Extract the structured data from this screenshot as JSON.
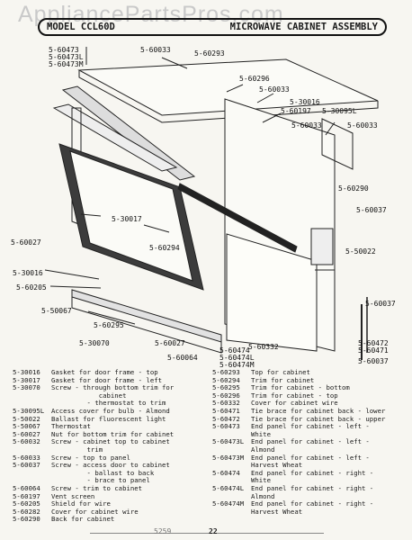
{
  "watermark": "AppliancePartsPros.com",
  "header": {
    "left": "MODEL CCL60D",
    "right": "MICROWAVE CABINET ASSEMBLY"
  },
  "labels": {
    "l1": "5-60473",
    "l2": "5-60473L",
    "l3": "5-60473M",
    "l4": "5-60033",
    "l5": "5-60293",
    "l6": "5-60296",
    "l7": "5-60033",
    "l8": "5-30016",
    "l9": "5-60197",
    "l10": "5-30095L",
    "l11": "5-60033",
    "l12": "5-60033",
    "l13": "5-60290",
    "l14": "5-30017",
    "l15": "5-60037",
    "l16": "5-60027",
    "l17": "5-60294",
    "l18": "5-50022",
    "l19": "5-30016",
    "l20": "5-60205",
    "l21": "5-60037",
    "l22": "5-50067",
    "l23": "5-60295",
    "l24": "5-60332",
    "l25": "5-60472",
    "l26": "5-60471",
    "l27": "5-30070",
    "l28": "5-60027",
    "l29": "5-60064",
    "l30": "5-60474",
    "l31": "5-60474L",
    "l32": "5-60474M",
    "l33": "5-60037"
  },
  "parts_left": [
    {
      "pn": "5-30016",
      "desc": "Gasket for door frame - top"
    },
    {
      "pn": "5-30017",
      "desc": "Gasket for door frame - left"
    },
    {
      "pn": "5-30070",
      "desc": "Screw - through bottom trim for\n            cabinet\n         - thermostat to trim"
    },
    {
      "pn": "5-30095L",
      "desc": "Access cover for bulb - Almond"
    },
    {
      "pn": "5-50022",
      "desc": "Ballast for fluorescent light"
    },
    {
      "pn": "5-50067",
      "desc": "Thermostat"
    },
    {
      "pn": "5-60027",
      "desc": "Nut for bottom trim for cabinet"
    },
    {
      "pn": "5-60032",
      "desc": "Screw - cabinet top to cabinet\n         trim"
    },
    {
      "pn": "5-60033",
      "desc": "Screw - top to panel"
    },
    {
      "pn": "5-60037",
      "desc": "Screw - access door to cabinet\n         - ballast to back\n         - brace to panel"
    },
    {
      "pn": "5-60064",
      "desc": "Screw - trim to cabinet"
    },
    {
      "pn": "5-60197",
      "desc": "Vent screen"
    },
    {
      "pn": "5-60205",
      "desc": "Shield for wire"
    },
    {
      "pn": "5-60282",
      "desc": "Cover for cabinet wire"
    },
    {
      "pn": "5-60290",
      "desc": "Back for cabinet"
    }
  ],
  "parts_right": [
    {
      "pn": "5-60293",
      "desc": "Top for cabinet"
    },
    {
      "pn": "5-60294",
      "desc": "Trim for cabinet"
    },
    {
      "pn": "5-60295",
      "desc": "Trim for cabinet - bottom"
    },
    {
      "pn": "5-60296",
      "desc": "Trim for cabinet - top"
    },
    {
      "pn": "5-60332",
      "desc": "Cover for cabinet wire"
    },
    {
      "pn": "5-60471",
      "desc": "Tie brace for cabinet back - lower"
    },
    {
      "pn": "5-60472",
      "desc": "Tie brace for cabinet back - upper"
    },
    {
      "pn": "5-60473",
      "desc": "End panel for cabinet - left -\nWhite"
    },
    {
      "pn": "5-60473L",
      "desc": "End panel for cabinet - left -\nAlmond"
    },
    {
      "pn": "5-60473M",
      "desc": "End panel for cabinet - left -\nHarvest Wheat"
    },
    {
      "pn": "5-60474",
      "desc": "End panel for cabinet - right -\nWhite"
    },
    {
      "pn": "5-60474L",
      "desc": "End panel for cabinet - right -\nAlmond"
    },
    {
      "pn": "5-60474M",
      "desc": "End panel for cabinet - right -\nHarvest Wheat"
    }
  ],
  "footer": {
    "code": "5259",
    "page": "22"
  }
}
